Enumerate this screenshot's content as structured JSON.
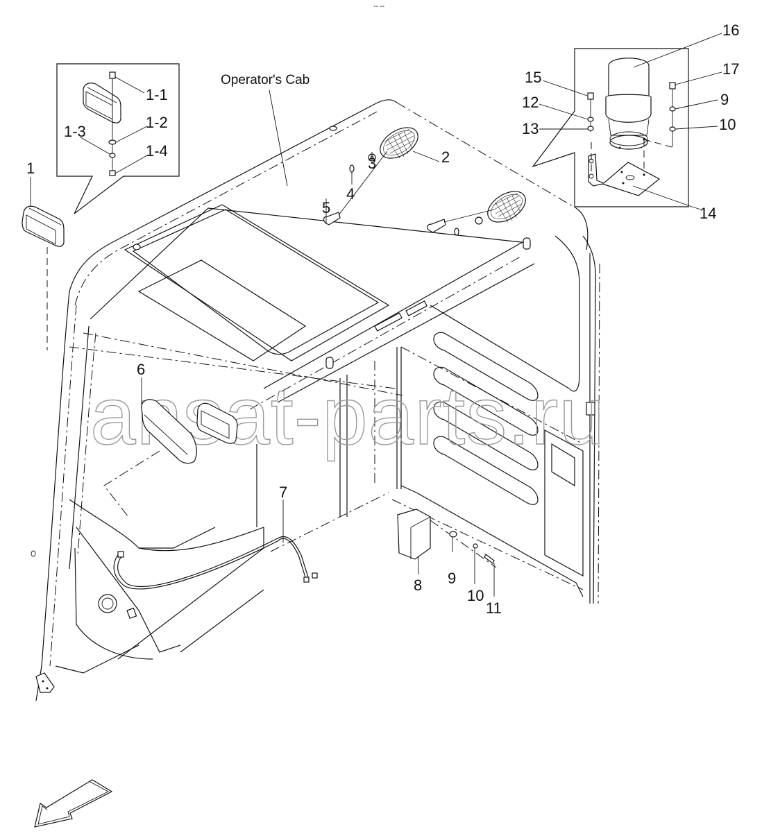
{
  "diagram": {
    "title_label": "Operator's Cab",
    "top_marker": "-- --",
    "watermark": "ansat-parts.ru",
    "direction_indicator": "front-arrow",
    "callouts": [
      {
        "id": "1",
        "label": "1",
        "part": "work-lamp"
      },
      {
        "id": "1-1",
        "label": "1-1",
        "part": "lamp-bolt"
      },
      {
        "id": "1-2",
        "label": "1-2",
        "part": "lamp-washer"
      },
      {
        "id": "1-3",
        "label": "1-3",
        "part": "lamp-lock-washer"
      },
      {
        "id": "1-4",
        "label": "1-4",
        "part": "lamp-nut"
      },
      {
        "id": "2",
        "label": "2",
        "part": "speaker-grille"
      },
      {
        "id": "3",
        "label": "3",
        "part": "flat-washer"
      },
      {
        "id": "4",
        "label": "4",
        "part": "spring-washer"
      },
      {
        "id": "5",
        "label": "5",
        "part": "rivet-pin"
      },
      {
        "id": "6",
        "label": "6",
        "part": "room-lamp"
      },
      {
        "id": "7",
        "label": "7",
        "part": "wire-harness"
      },
      {
        "id": "8",
        "label": "8",
        "part": "control-box"
      },
      {
        "id": "9a",
        "label": "9",
        "part": "washer"
      },
      {
        "id": "10a",
        "label": "10",
        "part": "lock-washer"
      },
      {
        "id": "11",
        "label": "11",
        "part": "screw"
      },
      {
        "id": "12",
        "label": "12",
        "part": "beacon-washer"
      },
      {
        "id": "13",
        "label": "13",
        "part": "beacon-lock-washer"
      },
      {
        "id": "14",
        "label": "14",
        "part": "beacon-bracket"
      },
      {
        "id": "15",
        "label": "15",
        "part": "beacon-bolt"
      },
      {
        "id": "16",
        "label": "16",
        "part": "rotating-beacon"
      },
      {
        "id": "17",
        "label": "17",
        "part": "beacon-bolt-2"
      },
      {
        "id": "9b",
        "label": "9",
        "part": "washer"
      },
      {
        "id": "10b",
        "label": "10",
        "part": "lock-washer"
      }
    ]
  }
}
